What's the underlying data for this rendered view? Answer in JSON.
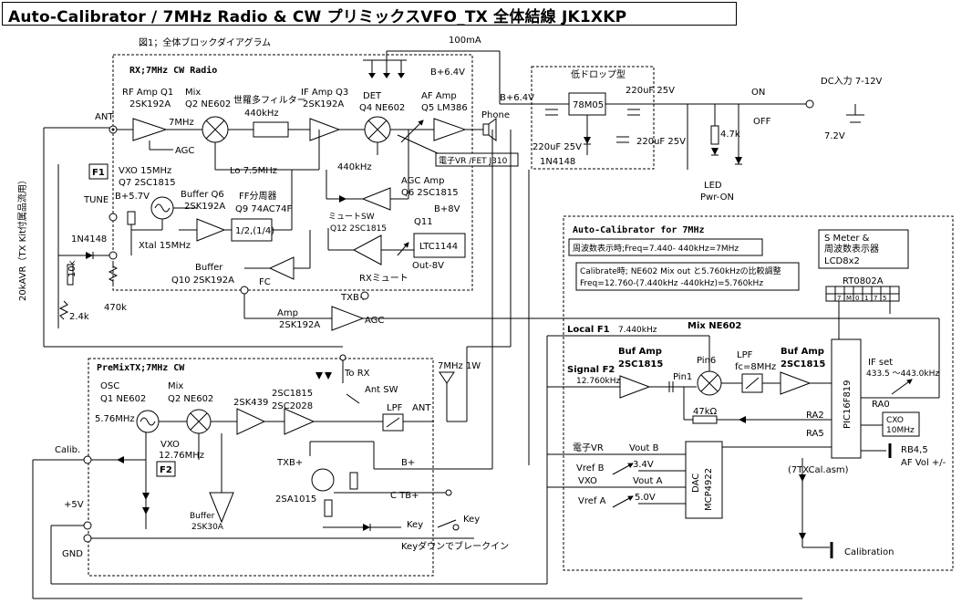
{
  "title": "Auto-Calibrator / 7MHz Radio & CW プリミックスVFO_TX  全体結線  JK1XKP",
  "figure_caption": "図1；全体ブロックダイアグラム",
  "blocks": {
    "rx": "RX;7MHz CW Radio",
    "tx": "PreMixTX;7MHz CW",
    "auto_cal": "Auto-Calibrator for 7MHz",
    "regulator": "低ドロップ型"
  },
  "rx_labels": {
    "rf_amp": "RF Amp Q1",
    "rf_amp_part": "2SK192A",
    "mix": "Mix",
    "mix_part": "Q2 NE602",
    "filter": "世羅多フィルター",
    "filter_freq": "440kHz",
    "if_amp": "IF Amp Q3",
    "if_amp_part": "2SK192A",
    "det": "DET",
    "det_part": "Q4 NE602",
    "af_amp": "AF Amp",
    "af_amp_part": "Q5 LM386",
    "phone": "Phone",
    "ant": "ANT",
    "rf_7mhz": "7MHz",
    "agc": "AGC",
    "lo": "Lo 7.5MHz",
    "det_440": "440kHz",
    "vxo": "VXO 15MHz",
    "vxo_part": "Q7 2SC1815",
    "f1": "F1",
    "tune": "TUNE",
    "b57": "B+5.7V",
    "xtal": "Xtal 15MHz",
    "buffer_q6": "Buffer Q6",
    "buffer_q6_part": "2SK192A",
    "ff": "FF分周器",
    "ff_part": "Q9 74AC74F",
    "div": "1/2,(1/4)",
    "agc_amp": "AGC Amp",
    "agc_amp_part": "Q6 2SC1815",
    "mute_sw": "ミュートSW",
    "q12": "Q12 2SC1815",
    "b8v": "B+8V",
    "q11": "Q11",
    "ltc": "LTC1144",
    "out_m8v": "Out-8V",
    "rx_mute": "RXミュート",
    "buffer": "Buffer",
    "buffer_part": "Q10 2SK192A",
    "fc": "FC",
    "avr": "20kAVR（TX Kit付属品流用）",
    "diode": "1N4148",
    "r10k": "10k",
    "r24k": "2.4k",
    "r470k": "470k",
    "fet_vr": "電子VR /FET J310",
    "ma100": "100mA",
    "b64_top": "B+6.4V",
    "b64": "B+6.4V"
  },
  "power": {
    "reg": "78M05",
    "cap1": "220uF 25V",
    "cap2": "220uF 25V",
    "cap3": "220uF 25V",
    "diode": "1N4148",
    "r47k": "4.7k",
    "led": "LED",
    "pwr_on": "Pwr-ON",
    "on": "ON",
    "off": "OFF",
    "dc_in": "DC入力 7-12V",
    "v72": "7.2V"
  },
  "mid_labels": {
    "amp": "Amp",
    "amp_part": "2SK192A",
    "agc": "AGC",
    "txb": "TXB+"
  },
  "tx_labels": {
    "osc": "OSC",
    "osc_part": "Q1 NE602",
    "mix": "Mix",
    "mix_part": "Q2 NE602",
    "freq576": "5.76MHz",
    "vxo": "VXO",
    "vxo_freq": "12.76MHz",
    "f2": "F2",
    "buffer": "Buffer",
    "buffer_part": "2SK30A",
    "q2sk439": "2SK439",
    "q1815": "2SC1815",
    "q2028": "2SC2028",
    "to_rx": "To RX",
    "ant_sw": "Ant SW",
    "lpf": "LPF",
    "ant": "ANT",
    "mhz1w": "7MHz 1W",
    "txb": "TXB+",
    "bplus": "B+",
    "q2sa": "2SA1015",
    "ctb": "C TB+",
    "key": "Key",
    "key2": "Key",
    "keydown": "Keyダウンでブレークイン",
    "calib": "Calib.",
    "v5": "+5V",
    "gnd": "GND"
  },
  "cal_labels": {
    "freq_disp": "周波数表示時;Freq=7.440- 440kHz=7MHz",
    "cal_line1": "Calibrate時; NE602 Mix out と5.760kHzの比較調整",
    "cal_line2": "Freq=12.760-(7.440kHz -440kHz)=5.760kHz",
    "s_meter1": "S Meter &",
    "s_meter2": "周波数表示器",
    "s_meter3": "LCD8x2",
    "rt": "RT0802A",
    "pins": [
      "7",
      "M",
      "0",
      "1",
      "7",
      "5"
    ],
    "local": "Local F1",
    "local_freq": "7.440kHz",
    "mix": "Mix  NE602",
    "signal": "Signal F2",
    "signal_freq": "12.760kHz",
    "buf1": "Buf Amp",
    "buf1_part": "2SC1815",
    "pin6": "Pin6",
    "pin1": "Pin1",
    "lpf": "LPF",
    "lpf_fc": "fc=8MHz",
    "buf2": "Buf Amp",
    "buf2_part": "2SC1815",
    "if_set": "IF set",
    "if_range": "433.5 ～443.0kHz",
    "pic": "PIC16F819",
    "ra0": "RA0",
    "ra2": "RA2",
    "ra5": "RA5",
    "r47k": "47kΩ",
    "cxo": "CXO",
    "cxo_freq": "10MHz",
    "rb45": "RB4,5",
    "af_vol": "AF Vol +/-",
    "asm": "(7TXCal.asm)",
    "dac": "DAC",
    "dac_part": "MCP4922",
    "evr": "電子VR",
    "vout_b": "Vout B",
    "vref_b": "Vref B",
    "v34": "3.4V",
    "vxo": "VXO",
    "vout_a": "Vout A",
    "vref_a": "Vref A",
    "v50": "5.0V",
    "calibration": "Calibration"
  }
}
